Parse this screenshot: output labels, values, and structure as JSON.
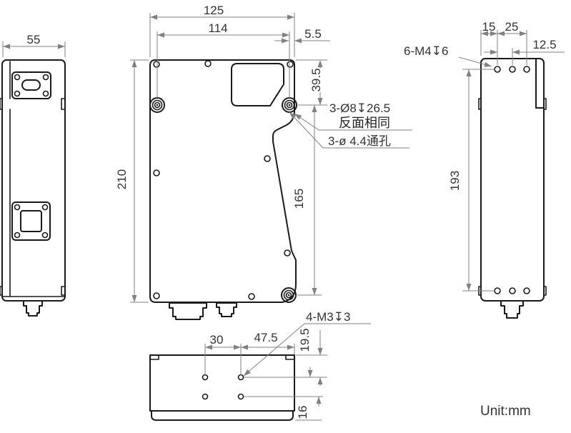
{
  "unit_label": "Unit:mm",
  "dims": {
    "side_width": "55",
    "front_width_total": "125",
    "front_boss_span_x": "114",
    "boss_edge_offset": "5.5",
    "top_to_boss": "39.5",
    "front_height_total": "210",
    "boss_span_y": "165",
    "rear_edge_to_hole": "15",
    "rear_hole_span": "25",
    "rear_hole_pitch": "12.5",
    "rear_hole_span_y": "193",
    "bottom_hole_pitch_x": "30",
    "bottom_hole_to_edge": "47.5",
    "bottom_edge_to_hole_row": "19.5",
    "bottom_hole_pitch_y": "16"
  },
  "labels": {
    "rear_thread": "6-M4↧6",
    "counterbore": "3-Ø8↧26.5",
    "counterbore_note": "反面相同",
    "through_hole": "3-ø 4.4通孔",
    "bottom_thread": "4-M3↧3"
  },
  "colors": {
    "outline": "#1a1a1a",
    "dimension": "#808080",
    "text": "#333333",
    "background": "#ffffff"
  }
}
